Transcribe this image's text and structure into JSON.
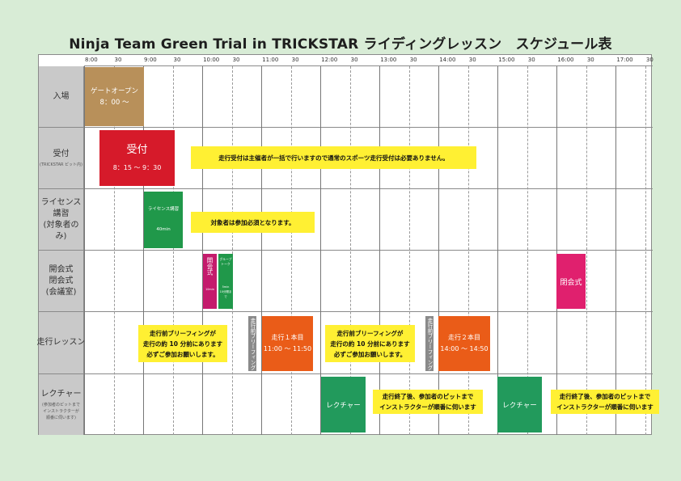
{
  "title": "Ninja Team Green Trial in TRICKSTAR ライディングレッスン　スケジュール表",
  "time_ticks": [
    "8:00",
    "30",
    "9:00",
    "30",
    "10:00",
    "30",
    "11:00",
    "30",
    "12:00",
    "30",
    "13:00",
    "30",
    "14:00",
    "30",
    "15:00",
    "30",
    "16:00",
    "30",
    "17:00",
    "30"
  ],
  "rows": [
    {
      "label": "入場",
      "sub": ""
    },
    {
      "label": "受付",
      "sub": "(TRICKSTAR ピット内)"
    },
    {
      "label": "ライセンス\n講習\n(対象者のみ)",
      "sub": ""
    },
    {
      "label": "開会式\n閉会式\n(会議室)",
      "sub": ""
    },
    {
      "label": "走行レッスン",
      "sub": ""
    },
    {
      "label": "レクチャー",
      "sub": "(参加者のピットまで\nインストラクターが\n順番に伺います)"
    }
  ],
  "blocks": {
    "gate": {
      "title": "ゲートオープン",
      "time": "8：00 〜",
      "color": "#b8905a"
    },
    "reception": {
      "title": "受付",
      "time": "8：15 〜 9：30",
      "color": "#d61a2a"
    },
    "license": {
      "title": "ライセンス講習",
      "time": "40min",
      "color": "#20984a"
    },
    "opening": {
      "title": "開会式",
      "sub": "10min",
      "color": "#c41b6c"
    },
    "group": {
      "title": "グループトーク",
      "sub": "5min\n10分間まで",
      "color": "#20984a"
    },
    "closing": {
      "title": "閉会式",
      "color": "#e0206e"
    },
    "briefing1": {
      "title": "走行前ブリーフィング",
      "color": "#8a8a8a"
    },
    "run1": {
      "title": "走行１本目",
      "time": "11:00 〜 11:50",
      "color": "#ea5c18"
    },
    "briefing2": {
      "title": "走行前ブリーフィング",
      "color": "#8a8a8a"
    },
    "run2": {
      "title": "走行２本目",
      "time": "14:00 〜 14:50",
      "color": "#ea5c18"
    },
    "lecture1": {
      "title": "レクチャー",
      "color": "#229a5c"
    },
    "lecture2": {
      "title": "レクチャー",
      "color": "#229a5c"
    }
  },
  "notes": {
    "reception": "走行受付は主催者が一括で行いますので通常のスポーツ走行受付は必要ありません。",
    "license": "対象者は参加必須となります。",
    "briefing1": "走行前ブリーフィングが\n走行の約 10 分前にあります\n必ずご参加お願いします。",
    "briefing2": "走行前ブリーフィングが\n走行の約 10 分前にあります\n必ずご参加お願いします。",
    "lecture1": "走行終了後、参加者のピットまで\nインストラクターが順番に伺います",
    "lecture2": "走行終了後、参加者のピットまで\nインストラクターが順番に伺います"
  },
  "colors": {
    "background": "#d8ecd6",
    "note": "#fff033",
    "row_label": "#c9c9c9"
  }
}
